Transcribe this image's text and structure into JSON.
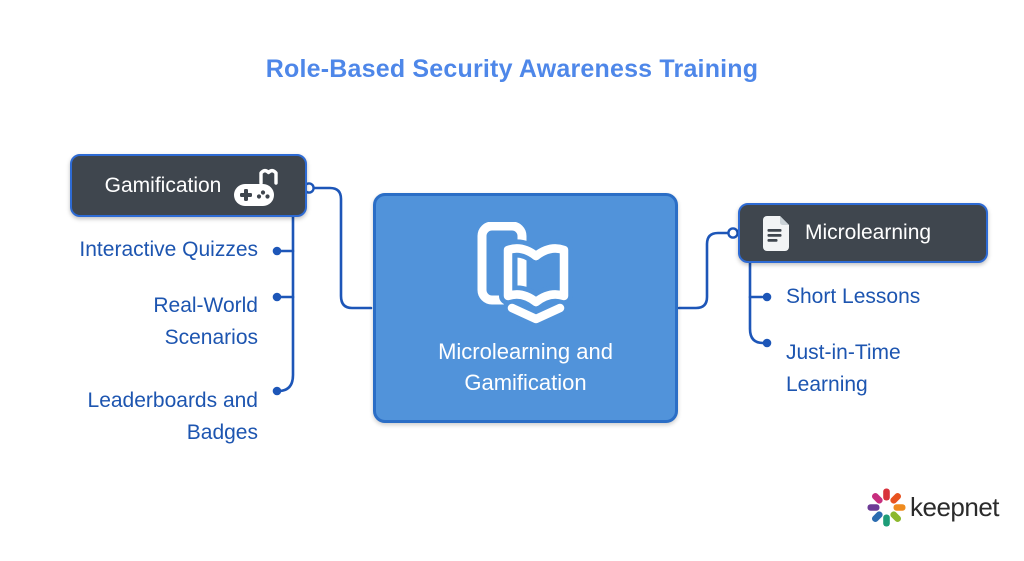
{
  "title": "Role-Based Security Awareness Training",
  "colors": {
    "title_blue": "#4e87e9",
    "node_dark_fill": "#3f464e",
    "node_border_blue": "#2e6bd4",
    "center_node_fill": "#5193da",
    "center_node_border": "#2b6ec6",
    "branch_text_blue": "#1d55b0",
    "connector_blue": "#1d56b8",
    "logo_text_color": "#2b2b2b"
  },
  "center_node": {
    "label": "Microlearning and Gamification",
    "icon": "phone-open-book-icon"
  },
  "gamification_branch": {
    "label": "Gamification",
    "icon": "gamepad-icon",
    "items": [
      "Interactive Quizzes",
      "Real-World Scenarios",
      "Leaderboards and Badges"
    ]
  },
  "microlearning_branch": {
    "label": "Microlearning",
    "icon": "document-icon",
    "items": [
      "Short Lessons",
      "Just-in-Time Learning"
    ]
  },
  "logo": {
    "wordmark": "keepnet",
    "icon": "keepnet-pinwheel-icon"
  }
}
